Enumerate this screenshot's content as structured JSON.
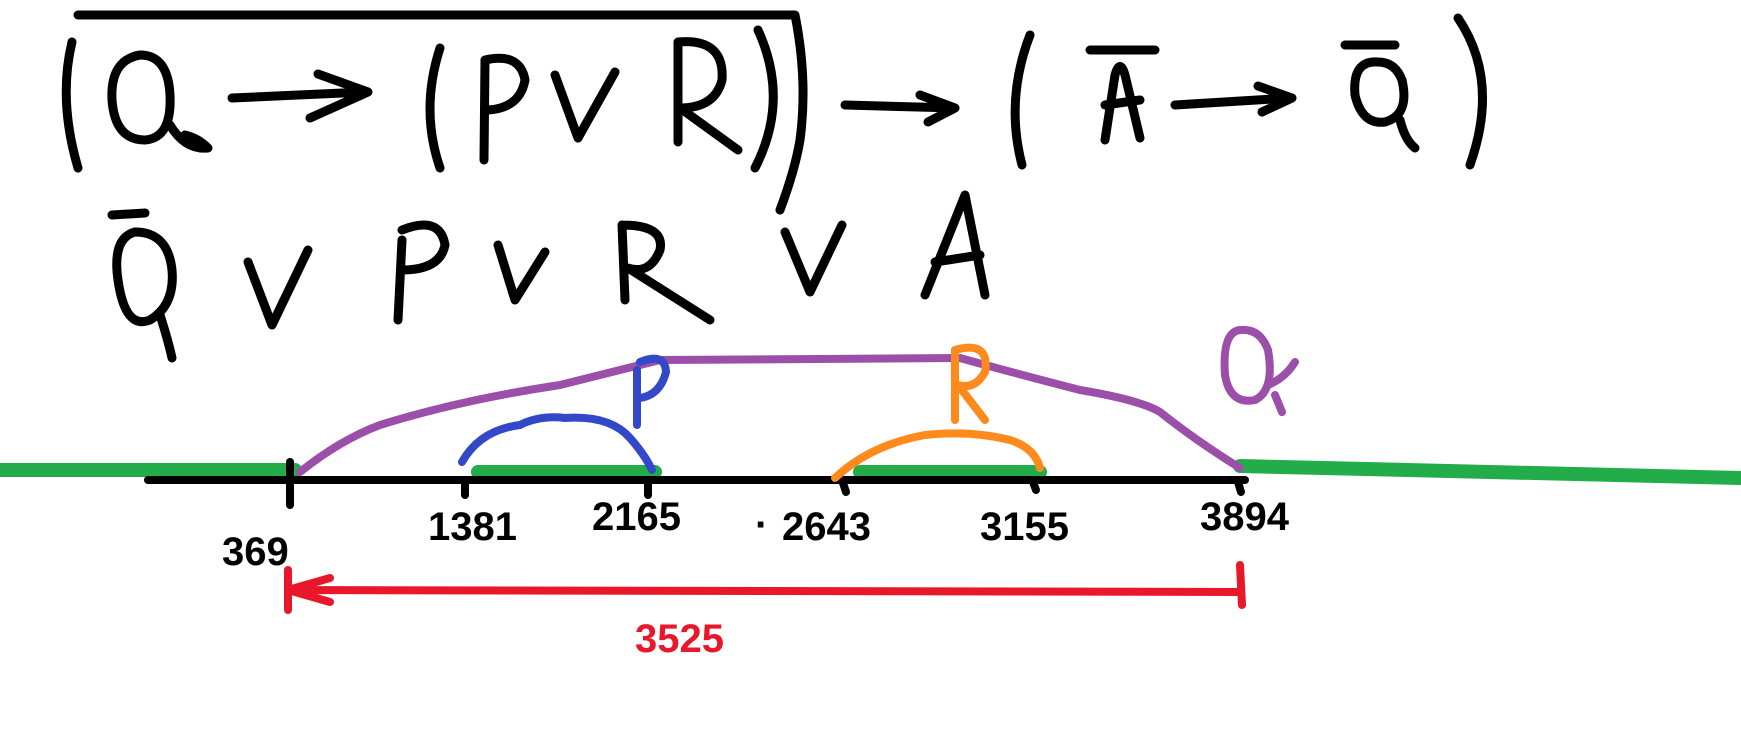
{
  "formula": {
    "line1": "(Q → (P ∨ R))‾ → (Ā → Q̄)",
    "line2": "Q̄ ∨ P ∨ R ∨ A"
  },
  "intervals": {
    "Q": {
      "label": "Q",
      "color": "#9b4fa8"
    },
    "P": {
      "label": "P",
      "color": "#3348c8"
    },
    "R": {
      "label": "R",
      "color": "#ff8a1c"
    }
  },
  "number_line": {
    "ticks": [
      "369",
      "1381",
      "2165",
      "2643",
      "3155",
      "3894"
    ],
    "dot_marker": "·",
    "solution_color": "#22ac4a"
  },
  "length": {
    "value": "3525",
    "color": "#e8182a"
  }
}
